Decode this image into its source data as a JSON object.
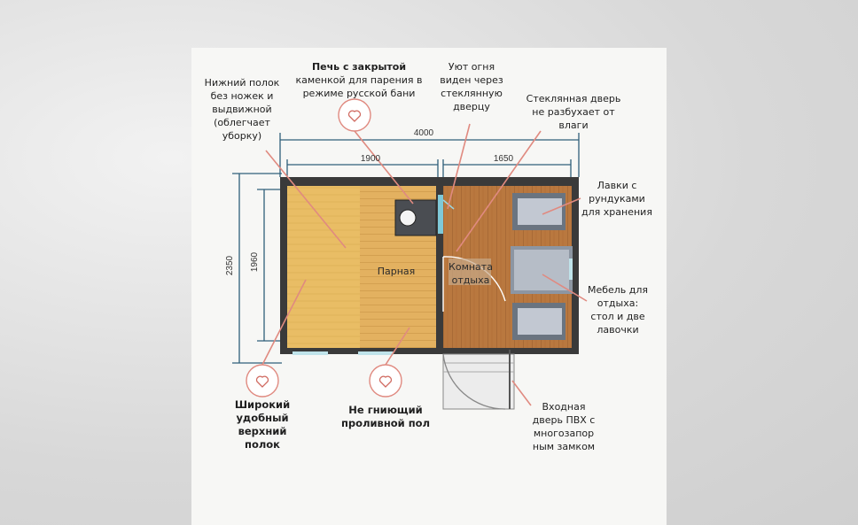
{
  "dimensions": {
    "total_width": "4000",
    "left_width": "1900",
    "right_width": "1650",
    "outer_height": "2350",
    "inner_height": "1960"
  },
  "rooms": {
    "steam_room": "Парная",
    "rest_room_line1": "Комната",
    "rest_room_line2": "отдыха"
  },
  "annotations": {
    "lower_shelf": [
      "Нижний полок",
      "без ножек и",
      "выдвижной",
      "(облегчает",
      "уборку)"
    ],
    "stove": [
      "Печь  с закрытой",
      "каменкой для парения в",
      "режиме русской бани"
    ],
    "fire": [
      "Уют огня",
      "виден через",
      "стеклянную",
      "дверцу"
    ],
    "glass_door": [
      "Стеклянная дверь",
      "не разбухает от",
      "влаги"
    ],
    "benches": [
      "Лавки с",
      "рундуками",
      "для хранения"
    ],
    "furniture": [
      "Мебель для",
      "отдыха:",
      "стол и две",
      "лавочки"
    ],
    "entrance": [
      "Входная",
      "дверь ПВХ с",
      "многозапор",
      "ным замком"
    ],
    "upper_shelf": [
      "Широкий",
      "удобный",
      "верхний",
      "полок"
    ],
    "floor": [
      "Не гниющий",
      "проливной пол"
    ]
  },
  "colors": {
    "accent": "#e08a80",
    "dimension_line": "#2f5f7a",
    "wall": "#3a3a3a",
    "shelf_wood": "#e8bb62",
    "floor_wood": "#b87440",
    "bench_gray": "#8a93a0"
  },
  "icons": [
    "heart-icon"
  ]
}
